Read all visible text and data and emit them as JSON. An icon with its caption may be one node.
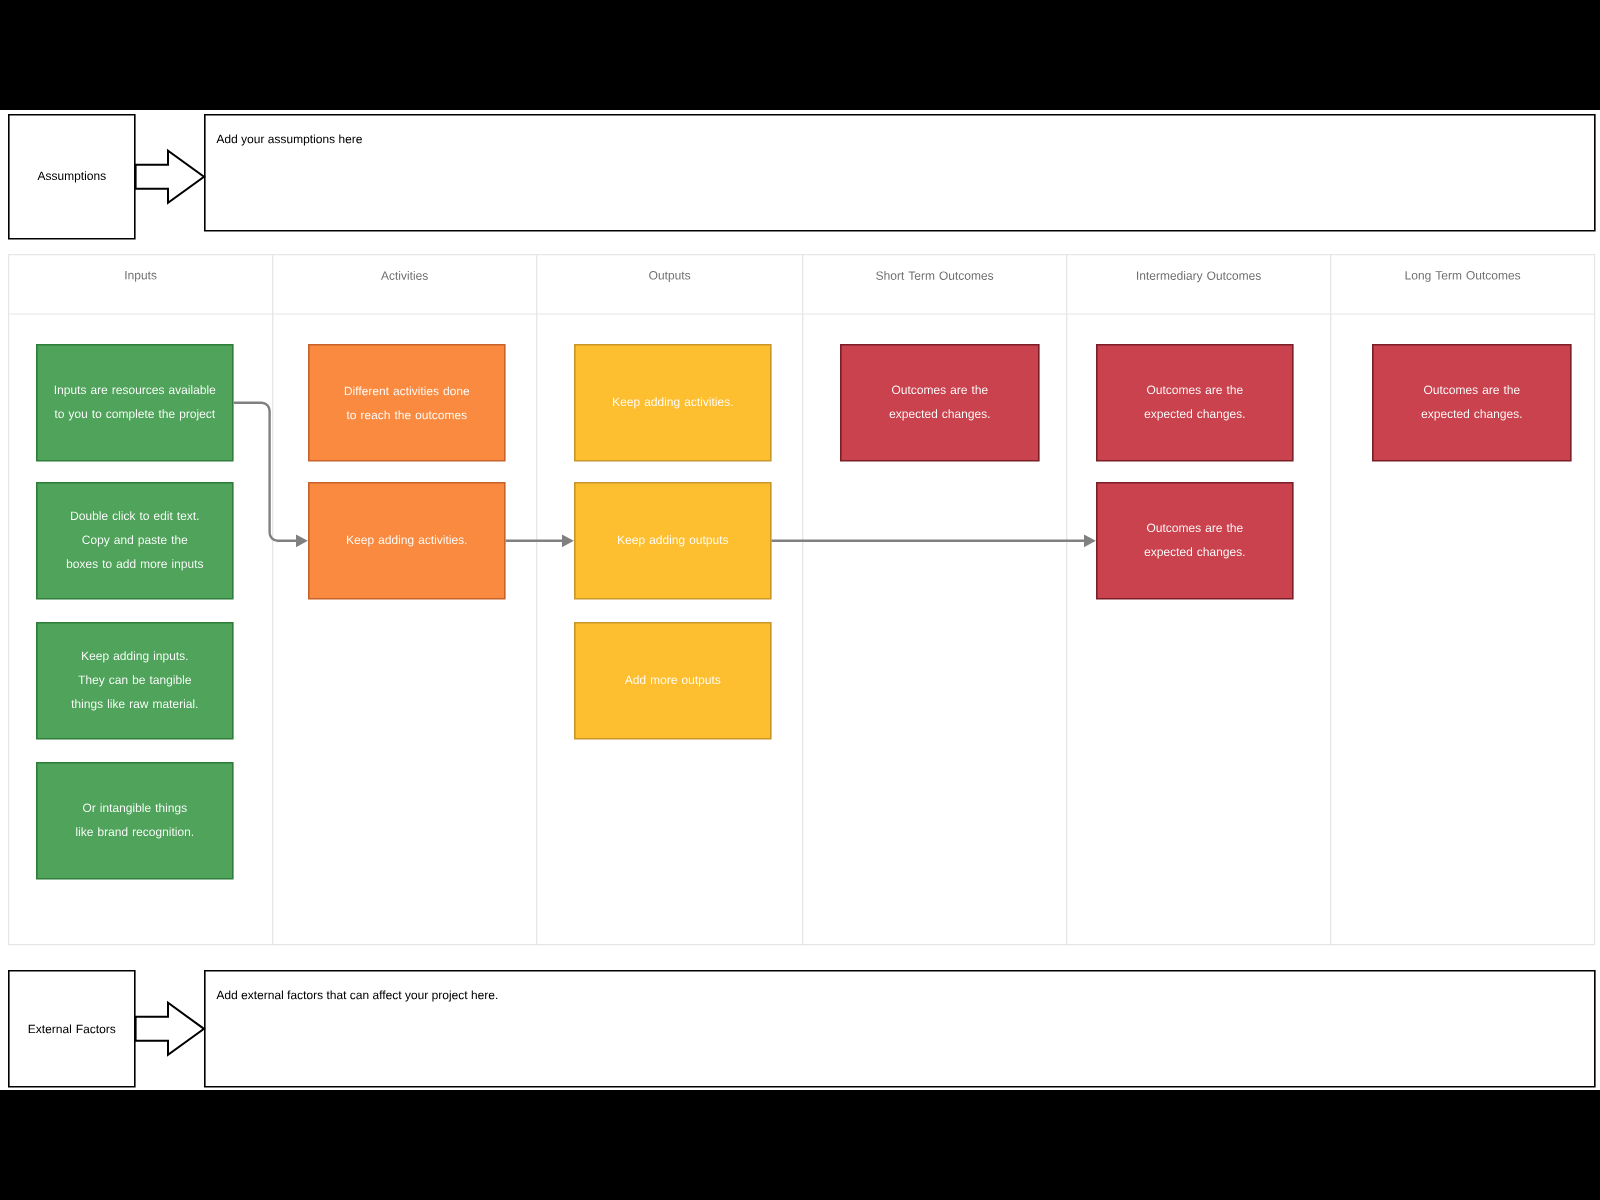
{
  "diagram": {
    "nodes": [
      {
        "text": [
          "Assumptions"
        ]
      },
      {
        "text": [
          "Add your assumptions here"
        ]
      },
      {
        "text": [
          "Inputs"
        ]
      },
      {
        "text": [
          "Activities"
        ]
      },
      {
        "text": [
          "Outputs"
        ]
      },
      {
        "text": [
          "Short Term Outcomes"
        ]
      },
      {
        "text": [
          "Intermediary Outcomes"
        ]
      },
      {
        "text": [
          "Long Term Outcomes"
        ]
      },
      {
        "text": [
          "Inputs are resources available to you to complete the project"
        ],
        "in": 2
      },
      {
        "text": [
          "Double click to edit text. Copy and paste the boxes to add more inputs"
        ],
        "in": 2
      },
      {
        "text": [
          "Keep adding inputs. They can be tangible things like raw material."
        ],
        "in": 2
      },
      {
        "text": [
          "Or intangible things like brand recognition."
        ],
        "in": 2
      },
      {
        "text": [
          "Different activities done to reach the outcomes"
        ],
        "in": 3
      },
      {
        "text": [
          "Keep adding activities."
        ],
        "in": 3
      },
      {
        "text": [
          "Keep adding activities."
        ],
        "in": 4
      },
      {
        "text": [
          "Keep adding outputs"
        ],
        "in": 4
      },
      {
        "text": [
          "Add more outputs"
        ],
        "in": 4
      },
      {
        "text": [
          "Outcomes are the expected changes."
        ],
        "in": 5
      },
      {
        "text": [
          "Outcomes are the expected changes."
        ],
        "in": 6
      },
      {
        "text": [
          "Outcomes are the expected changes."
        ],
        "in": 6
      },
      {
        "text": [
          "Outcomes are the expected changes."
        ],
        "in": 7
      },
      {
        "text": [
          "External Factors"
        ]
      },
      {
        "text": [
          "Add external factors that can affect your project here."
        ]
      }
    ],
    "edges": [
      {
        "from": 0,
        "to": 1,
        "arrow": "to",
        "style": "thick"
      },
      {
        "from": 21,
        "to": 22,
        "arrow": "to",
        "style": "thick"
      },
      {
        "from": 8,
        "to": 13,
        "arrow": "to"
      },
      {
        "from": 13,
        "to": 15,
        "arrow": "to"
      },
      {
        "from": 15,
        "to": 19,
        "arrow": "to"
      }
    ]
  }
}
